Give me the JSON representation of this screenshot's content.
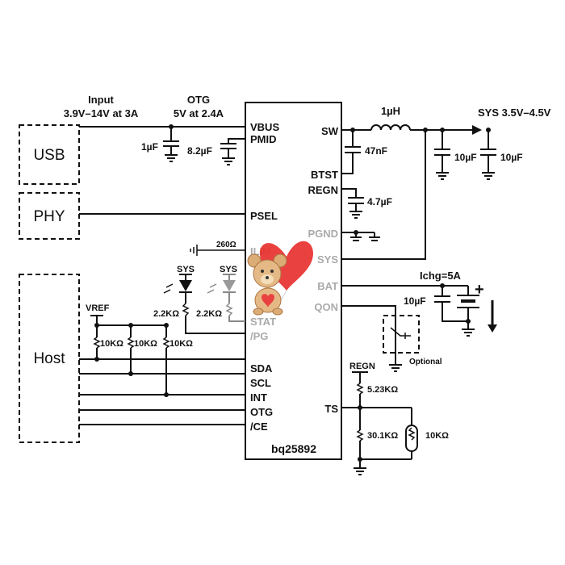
{
  "blocks": {
    "usb": "USB",
    "phy": "PHY",
    "host": "Host"
  },
  "chip": {
    "name": "bq25892",
    "left_pins": {
      "vbus": "VBUS",
      "pmid": "PMID",
      "psel": "PSEL",
      "ilim": "ILIM",
      "stat": "STAT",
      "pg": "/PG",
      "sda": "SDA",
      "scl": "SCL",
      "int": "INT",
      "otg": "OTG",
      "ce": "/CE"
    },
    "right_pins": {
      "sw": "SW",
      "btst": "BTST",
      "regn": "REGN",
      "pgnd": "PGND",
      "sys": "SYS",
      "bat": "BAT",
      "qon": "QON",
      "ts": "TS"
    }
  },
  "labels": {
    "input_title": "Input",
    "input_range": "3.9V–14V at 3A",
    "otg_title": "OTG",
    "otg_rating": "5V at 2.4A",
    "inductor": "1µH",
    "sys_range": "SYS 3.5V–4.5V",
    "c_1u": "1µF",
    "c_8_2u": "8.2µF",
    "c_47n": "47nF",
    "c_4_7u": "4.7µF",
    "c_sys1": "10µF",
    "c_sys2": "10µF",
    "c_bat": "10µF",
    "r_ilim": "260Ω",
    "led_sys1": "SYS",
    "led_sys2": "SYS",
    "r_led1": "2.2KΩ",
    "r_led2": "2.2KΩ",
    "vref": "VREF",
    "r_pu1": "10KΩ",
    "r_pu2": "10KΩ",
    "r_pu3": "10KΩ",
    "ichg": "Ichg=5A",
    "optional": "Optional",
    "regn_ts": "REGN",
    "r_ts_top": "5.23KΩ",
    "r_ts_bot": "30.1KΩ",
    "thermistor": "10KΩ"
  },
  "icons": {
    "watermark": "teddy-bear-with-heart-balloon"
  }
}
